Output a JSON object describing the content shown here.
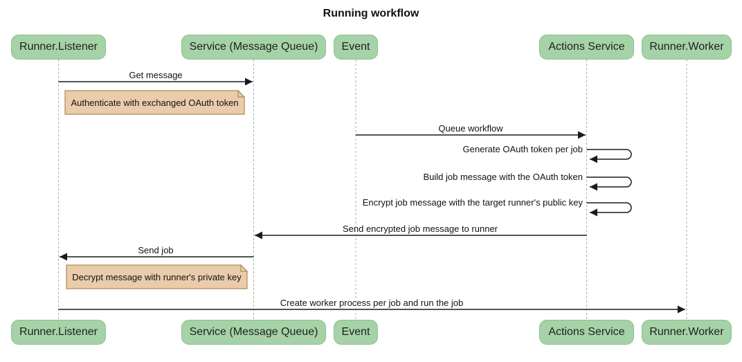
{
  "title": "Running workflow",
  "diagram_type": "sequence-diagram",
  "participants": [
    {
      "label": "Runner.Listener"
    },
    {
      "label": "Service (Message Queue)"
    },
    {
      "label": "Event"
    },
    {
      "label": "Actions Service"
    },
    {
      "label": "Runner.Worker"
    }
  ],
  "messages": [
    {
      "from": "Runner.Listener",
      "to": "Service (Message Queue)",
      "label": "Get message"
    },
    {
      "from": "Event",
      "to": "Actions Service",
      "label": "Queue workflow"
    },
    {
      "from": "Actions Service",
      "to": "Actions Service",
      "label": "Generate OAuth token per job"
    },
    {
      "from": "Actions Service",
      "to": "Actions Service",
      "label": "Build job message with the OAuth token"
    },
    {
      "from": "Actions Service",
      "to": "Actions Service",
      "label": "Encrypt job message with the target runner's public key"
    },
    {
      "from": "Actions Service",
      "to": "Service (Message Queue)",
      "label": "Send encrypted job message to runner"
    },
    {
      "from": "Service (Message Queue)",
      "to": "Runner.Listener",
      "label": "Send job"
    },
    {
      "from": "Runner.Listener",
      "to": "Runner.Worker",
      "label": "Create worker process per job and run the job"
    }
  ],
  "notes": [
    {
      "over": "Runner.Listener",
      "text": "Authenticate with exchanged OAuth token"
    },
    {
      "over": "Runner.Listener",
      "text": "Decrypt message with runner's private key"
    }
  ],
  "colors": {
    "participant-fill": "#a6d2a8",
    "participant-border": "#8cbe8e",
    "note-fill": "#eaccab",
    "note-border": "#a98a56",
    "line": "#1a1a1a",
    "lifeline": "#ababab",
    "background": "#ffffff",
    "text": "#111111"
  }
}
